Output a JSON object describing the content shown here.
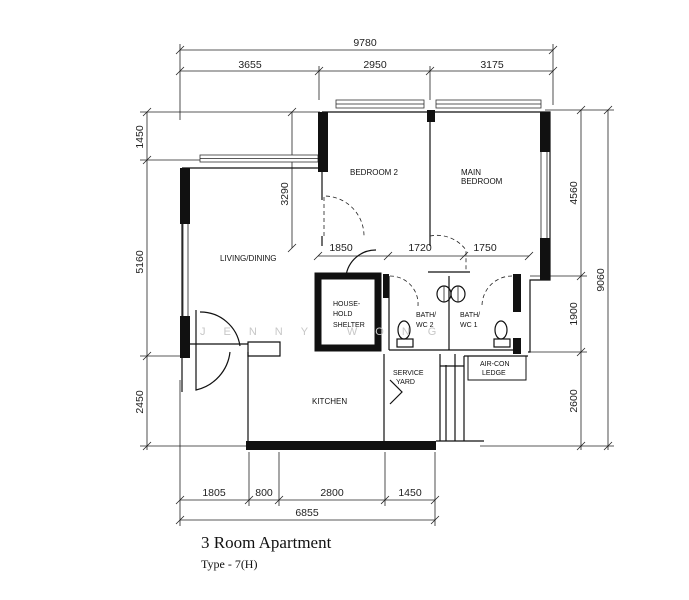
{
  "dimensions": {
    "top_total": "9780",
    "top_a": "3655",
    "top_b": "2950",
    "top_c": "3175",
    "bottom_a": "1805",
    "bottom_b": "800",
    "bottom_c": "2800",
    "bottom_d": "1450",
    "bottom_total": "6855",
    "left_a": "1450",
    "left_b": "5160",
    "left_c": "2450",
    "right_a": "4560",
    "right_b": "1900",
    "right_c": "2600",
    "right_total": "9060",
    "inner_bedroom_height": "3290",
    "inner_a": "1850",
    "inner_b": "1720",
    "inner_c": "1750"
  },
  "rooms": {
    "bedroom2": "BEDROOM 2",
    "main_bedroom_1": "MAIN",
    "main_bedroom_2": "BEDROOM",
    "living_dining": "LIVING/DINING",
    "household_1": "HOUSE-",
    "household_2": "HOLD",
    "household_3": "SHELTER",
    "bath2_1": "BATH/",
    "bath2_2": "WC 2",
    "bath1_1": "BATH/",
    "bath1_2": "WC 1",
    "service_1": "SERVICE",
    "service_2": "YARD",
    "aircon_1": "AIR-CON",
    "aircon_2": "LEDGE",
    "kitchen": "KITCHEN"
  },
  "watermark": "JENNY WONG",
  "caption": {
    "title": "3 Room Apartment",
    "subtitle": "Type - 7(H)"
  }
}
